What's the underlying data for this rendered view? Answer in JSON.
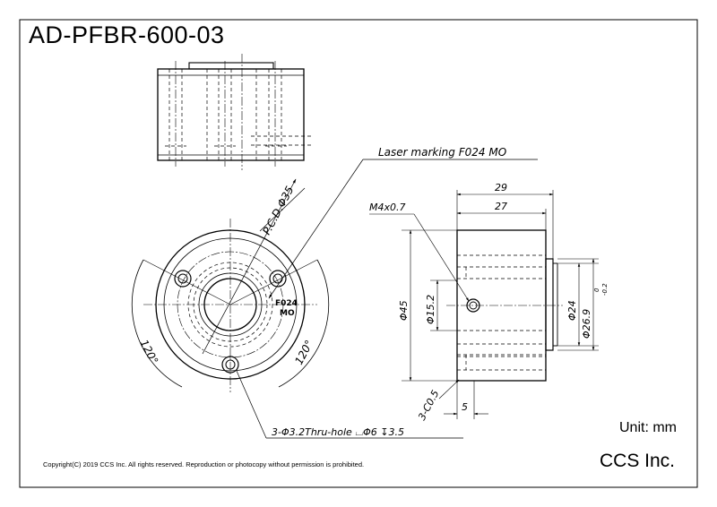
{
  "drawing": {
    "title": "AD-PFBR-600-03",
    "unit": "Unit: mm",
    "company": "CCS Inc.",
    "copyright": "Copyright(C) 2019 CCS Inc. All rights reserved. Reproduction or photocopy without permission is prohibited."
  },
  "annotations": {
    "laser_marking": "Laser marking F024 MO",
    "marking_line1": "F024",
    "marking_line2": "MO",
    "pcd": "P.C.D.Φ35",
    "angle_left": "120°",
    "angle_right": "120°",
    "hole_callout": "3-Φ3.2Thru-hole ⌴Φ6 ↧3.5",
    "thread": "M4x0.7"
  },
  "dimensions": {
    "len_29": "29",
    "len_27": "27",
    "dia_45": "Φ45",
    "dia_15_2": "Φ15.2",
    "dia_24": "Φ24",
    "dia_26_9": "Φ26.9",
    "tol_upper": "0",
    "tol_lower": "-0.2",
    "chamfer": "3-C0.5",
    "len_5": "5"
  }
}
